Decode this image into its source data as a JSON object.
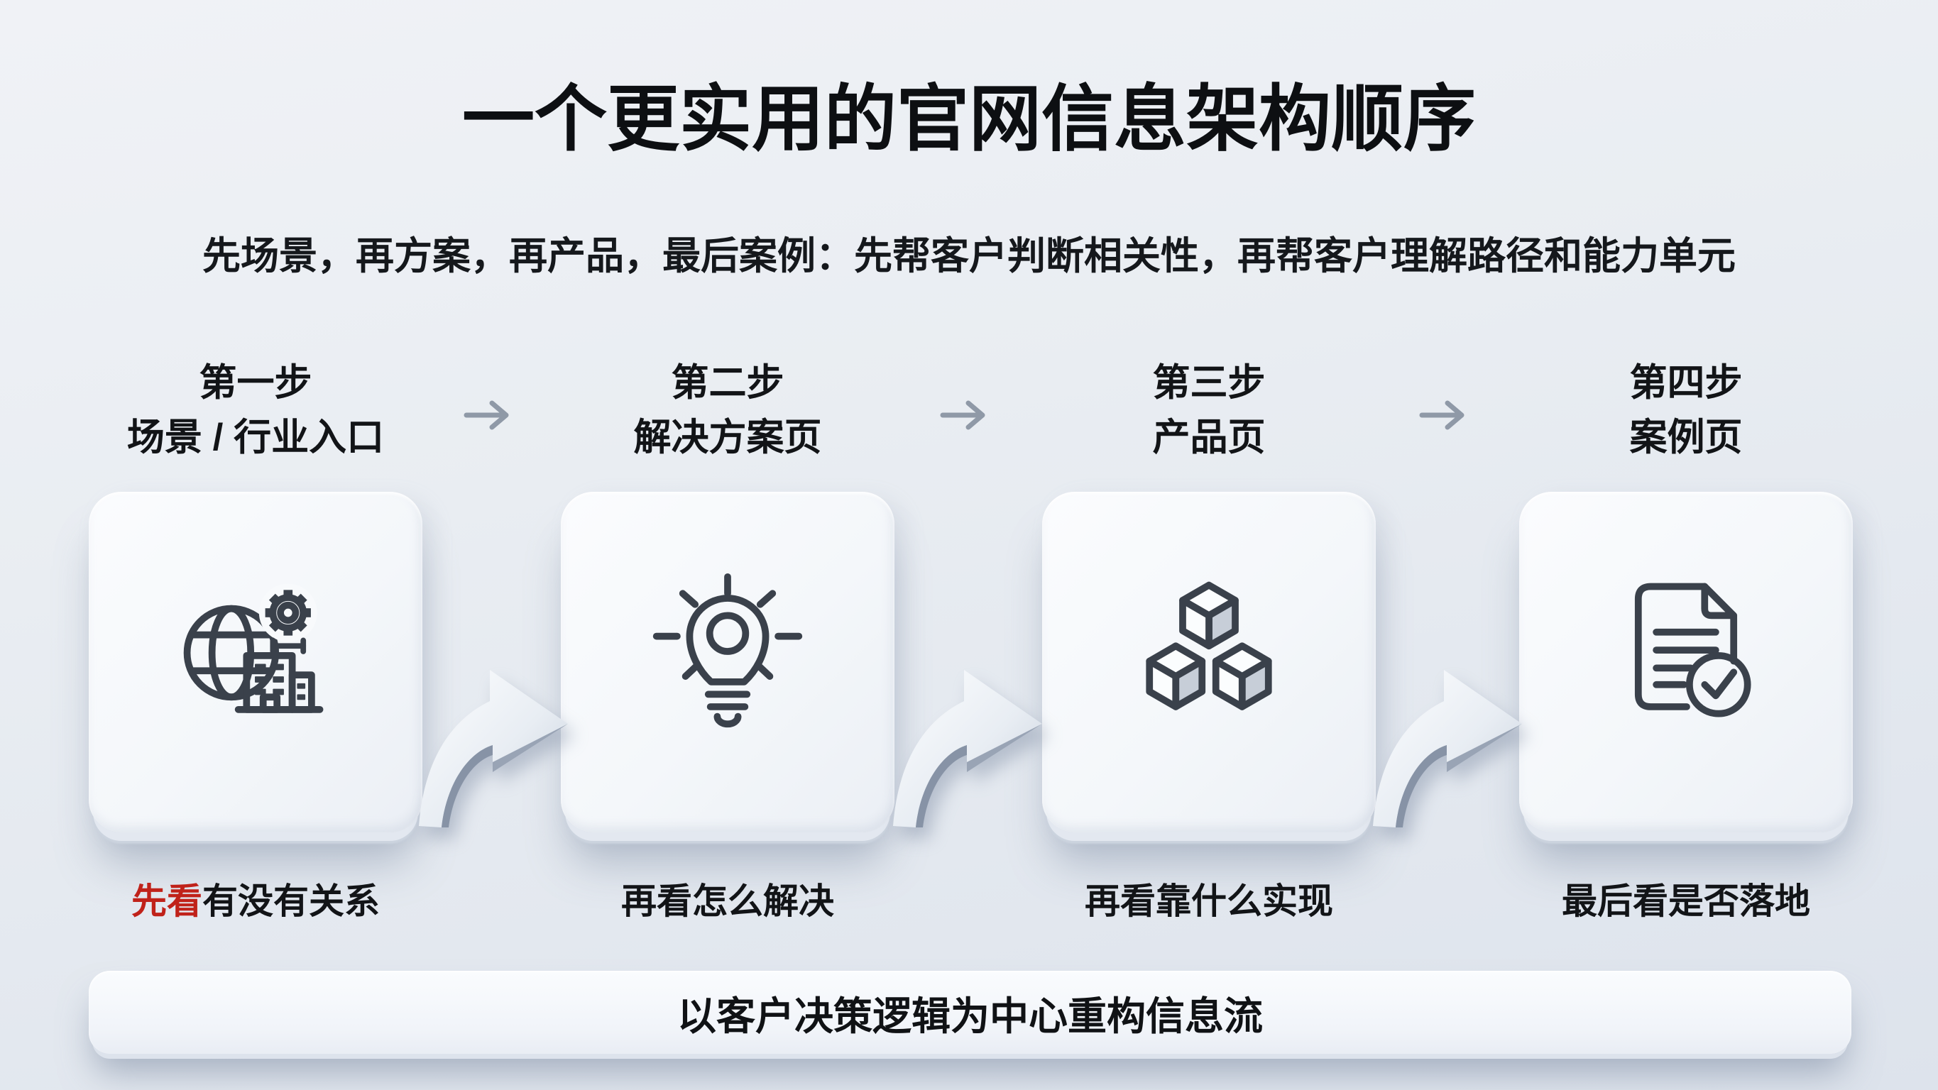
{
  "page": {
    "title": "一个更实用的官网信息架构顺序",
    "subtitle": "先场景，再方案，再产品，最后案例：先帮客户判断相关性，再帮客户理解路径和能力单元",
    "banner": "以客户决策逻辑为中心重构信息流"
  },
  "colors": {
    "accent_red": "#c0221a",
    "icon_stroke": "#3a414b",
    "arrow_gray": "#8f99a7",
    "background": "#e7ecf2",
    "card": "#f7f9fc"
  },
  "steps": [
    {
      "step_label": "第一步",
      "page_name": "场景 / 行业入口",
      "icon": "globe-gear-building-icon",
      "caption_highlight": "先看",
      "caption_rest": "有没有关系"
    },
    {
      "step_label": "第二步",
      "page_name": "解决方案页",
      "icon": "lightbulb-icon",
      "caption_highlight": "",
      "caption_rest": "再看怎么解决"
    },
    {
      "step_label": "第三步",
      "page_name": "产品页",
      "icon": "cubes-icon",
      "caption_highlight": "",
      "caption_rest": "再看靠什么实现"
    },
    {
      "step_label": "第四步",
      "page_name": "案例页",
      "icon": "document-check-icon",
      "caption_highlight": "",
      "caption_rest": "最后看是否落地"
    }
  ]
}
